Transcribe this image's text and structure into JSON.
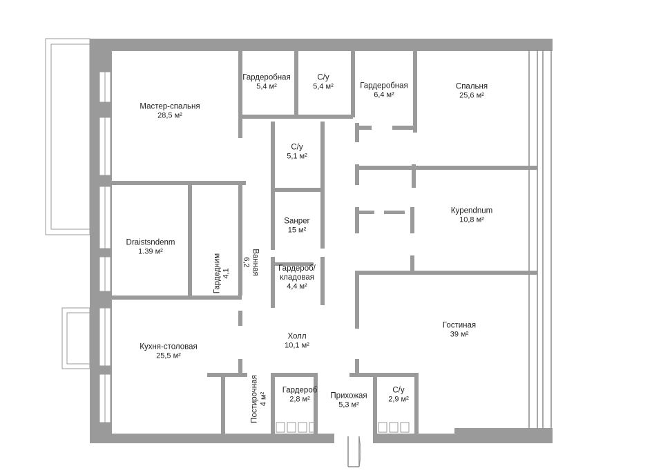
{
  "plan": {
    "rooms": [
      {
        "id": "master-bedroom",
        "name": "Мастер-спальня",
        "area": "28,5 м²"
      },
      {
        "id": "dressing-1",
        "name": "Гардеробная",
        "area": "5,4 м²"
      },
      {
        "id": "bathroom-1",
        "name": "С/у",
        "area": "5,4 м²"
      },
      {
        "id": "dressing-2",
        "name": "Гардеробная",
        "area": "6,4 м²"
      },
      {
        "id": "bedroom",
        "name": "Спальня",
        "area": "25,6 м²"
      },
      {
        "id": "bathroom-2",
        "name": "С/у",
        "area": "5,1 м²"
      },
      {
        "id": "sauna",
        "name": "Sанрег",
        "area": "15 м²"
      },
      {
        "id": "cabinet",
        "name": "Кypendnum",
        "area": "10,8 м²"
      },
      {
        "id": "study",
        "name": "Draistsndenm",
        "area": "1.39 м²"
      },
      {
        "id": "dressing-3",
        "name": "Гардедним",
        "area": "4,1"
      },
      {
        "id": "bath-vertical",
        "name": "Ванная",
        "area": "6,2"
      },
      {
        "id": "storage",
        "name": "Гардероб/\nкладовая",
        "area": "4,4 м²"
      },
      {
        "id": "hall",
        "name": "Холл",
        "area": "10,1 м²"
      },
      {
        "id": "living",
        "name": "Гостиная",
        "area": "39 м²"
      },
      {
        "id": "kitchen",
        "name": "Кухня-столовая",
        "area": "25,5 м²"
      },
      {
        "id": "laundry",
        "name": "Постирочная",
        "area": "4 м²"
      },
      {
        "id": "wardrobe",
        "name": "Гардероб",
        "area": "2,8 м²"
      },
      {
        "id": "entrance",
        "name": "Прихожая",
        "area": "5,3 м²"
      },
      {
        "id": "bathroom-3",
        "name": "С/у",
        "area": "2,9 м²"
      }
    ]
  }
}
